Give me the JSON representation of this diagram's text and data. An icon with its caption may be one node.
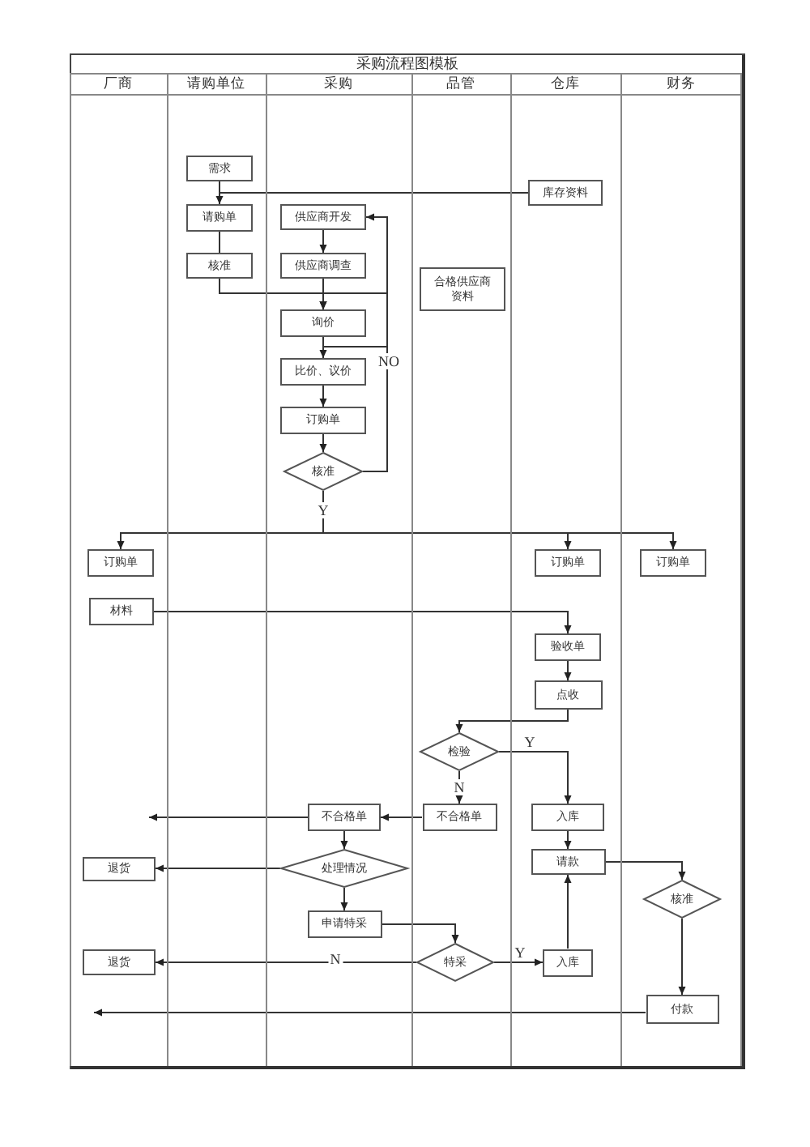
{
  "diagram": {
    "title": "采购流程图模板",
    "nodes": [
      {
        "text": [
          "厂商"
        ]
      },
      {
        "text": [
          "请购单位"
        ]
      },
      {
        "text": [
          "采购"
        ]
      },
      {
        "text": [
          "品管"
        ]
      },
      {
        "text": [
          "仓库"
        ]
      },
      {
        "text": [
          "财务"
        ]
      },
      {
        "text": [
          "需求"
        ],
        "in": 1
      },
      {
        "text": [
          "库存资料"
        ],
        "in": 4
      },
      {
        "text": [
          "请购单"
        ],
        "in": 1
      },
      {
        "text": [
          "供应商开发"
        ],
        "in": 2
      },
      {
        "text": [
          "核准"
        ],
        "in": 1
      },
      {
        "text": [
          "供应商调查"
        ],
        "in": 2
      },
      {
        "text": [
          "合格供应商资料"
        ],
        "in": 3
      },
      {
        "text": [
          "询价"
        ],
        "in": 2
      },
      {
        "text": [
          "比价、议价"
        ],
        "in": 2
      },
      {
        "text": [
          "订购单"
        ],
        "in": 2
      },
      {
        "text": [
          "核准"
        ],
        "in": 2
      },
      {
        "text": [
          "订购单"
        ],
        "in": 0
      },
      {
        "text": [
          "订购单"
        ],
        "in": 4
      },
      {
        "text": [
          "订购单"
        ],
        "in": 5
      },
      {
        "text": [
          "材料"
        ],
        "in": 0
      },
      {
        "text": [
          "验收单"
        ],
        "in": 4
      },
      {
        "text": [
          "点收"
        ],
        "in": 4
      },
      {
        "text": [
          "检验"
        ],
        "in": 3
      },
      {
        "text": [
          "不合格单"
        ],
        "in": 2
      },
      {
        "text": [
          "不合格单"
        ],
        "in": 3
      },
      {
        "text": [
          "入库"
        ],
        "in": 4
      },
      {
        "text": [
          "处理情况"
        ],
        "in": 2
      },
      {
        "text": [
          "请款"
        ],
        "in": 4
      },
      {
        "text": [
          "退货"
        ],
        "in": 0
      },
      {
        "text": [
          "核准"
        ],
        "in": 5
      },
      {
        "text": [
          "申请特采"
        ],
        "in": 2
      },
      {
        "text": [
          "特采"
        ],
        "in": 3
      },
      {
        "text": [
          "退货"
        ],
        "in": 0
      },
      {
        "text": [
          "入库"
        ],
        "in": 4
      },
      {
        "text": [
          "付款"
        ],
        "in": 5
      }
    ],
    "edges": [
      {
        "from": 6,
        "to": 8,
        "arrow": "none"
      },
      {
        "from": 7,
        "to": 8,
        "arrow": "to"
      },
      {
        "from": 8,
        "to": 10,
        "arrow": "none"
      },
      {
        "from": 9,
        "to": 11,
        "arrow": "to"
      },
      {
        "from": 10,
        "to": 13,
        "arrow": "to"
      },
      {
        "from": 11,
        "to": 13,
        "arrow": "to"
      },
      {
        "from": 13,
        "to": 14,
        "arrow": "none"
      },
      {
        "from": 14,
        "to": 15,
        "arrow": "to"
      },
      {
        "from": 15,
        "to": 16,
        "arrow": "to"
      },
      {
        "from": 16,
        "to": 9,
        "arrow": "to",
        "label": "NO"
      },
      {
        "from": 16,
        "to": 13,
        "arrow": "to"
      },
      {
        "from": 16,
        "to": 14,
        "arrow": "to"
      },
      {
        "from": 16,
        "to": 17,
        "arrow": "to",
        "label": "Y"
      },
      {
        "from": 16,
        "to": 18,
        "arrow": "to"
      },
      {
        "from": 16,
        "to": 19,
        "arrow": "to"
      },
      {
        "from": 20,
        "to": 21,
        "arrow": "to"
      },
      {
        "from": 21,
        "to": 22,
        "arrow": "to"
      },
      {
        "from": 22,
        "to": 23,
        "arrow": "to"
      },
      {
        "from": 23,
        "to": 26,
        "arrow": "to",
        "label": "Y"
      },
      {
        "from": 23,
        "to": 25,
        "arrow": "to",
        "label": "N"
      },
      {
        "from": 25,
        "to": 24,
        "arrow": "to"
      },
      {
        "from": 24,
        "to": 0,
        "arrow": "to"
      },
      {
        "from": 24,
        "to": 27,
        "arrow": "to"
      },
      {
        "from": 27,
        "to": 29,
        "arrow": "to"
      },
      {
        "from": 26,
        "to": 28,
        "arrow": "to"
      },
      {
        "from": 28,
        "to": 30,
        "arrow": "to"
      },
      {
        "from": 27,
        "to": 31,
        "arrow": "to"
      },
      {
        "from": 31,
        "to": 32,
        "arrow": "to"
      },
      {
        "from": 32,
        "to": 33,
        "arrow": "to",
        "label": "N"
      },
      {
        "from": 32,
        "to": 34,
        "arrow": "to",
        "label": "Y"
      },
      {
        "from": 34,
        "to": 28,
        "arrow": "to"
      },
      {
        "from": 30,
        "to": 35,
        "arrow": "to"
      },
      {
        "from": 35,
        "to": 0,
        "arrow": "to"
      }
    ]
  }
}
